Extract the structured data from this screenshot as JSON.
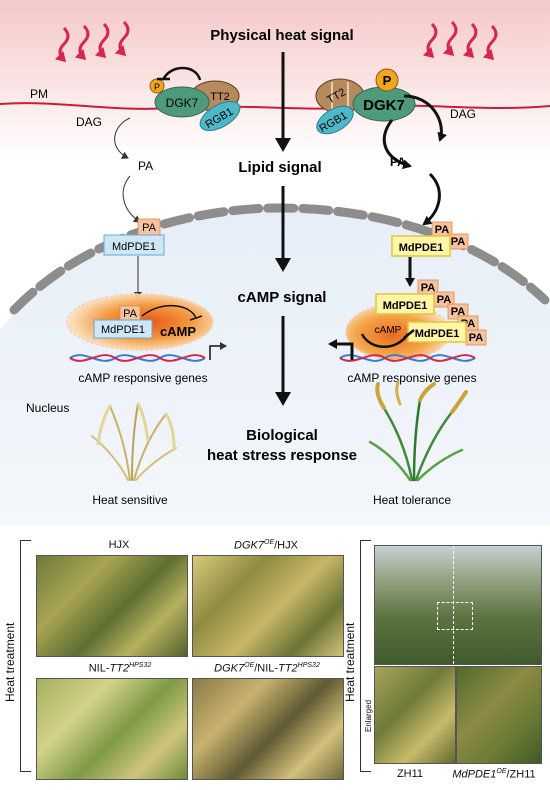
{
  "top": {
    "physical_heat_signal": "Physical heat signal",
    "pm": "PM",
    "lipid_signal": "Lipid signal",
    "camp_signal": "cAMP signal",
    "biological_line1": "Biological",
    "biological_line2": "heat stress response",
    "nucleus": "Nucleus",
    "left": {
      "p_small": "P",
      "dgk7": "DGK7",
      "tt2": "TT2",
      "rgb1": "RGB1",
      "dag": "DAG",
      "pa": "PA",
      "pa_badge": "PA",
      "mdpde1": "MdPDE1",
      "nuc_pa": "PA",
      "nuc_mdpde1": "MdPDE1",
      "camp": "cAMP",
      "genes": "cAMP responsive genes",
      "plant_label": "Heat sensitive"
    },
    "right": {
      "p_big": "P",
      "dgk7": "DGK7",
      "tt2": "TT2",
      "rgb1": "RGB1",
      "dag": "DAG",
      "pa": "PA",
      "mdpde1_a": "MdPDE1",
      "pa_a1": "PA",
      "pa_a2": "PA",
      "mdpde1_b": "MdPDE1",
      "pa_b1": "PA",
      "pa_b2": "PA",
      "pa_b3": "PA",
      "mdpde1_c": "MdPDE1",
      "pa_c1": "PA",
      "pa_c2": "PA",
      "camp": "cAMP",
      "genes": "cAMP responsive genes",
      "plant_label": "Heat tolerance"
    }
  },
  "bottom": {
    "heat_treatment_left": "Heat treatment",
    "heat_treatment_right": "Heat treatment",
    "enlarged": "Enlarged",
    "cap_hjx": "HJX",
    "cap_dgk7oe_hjx_main": "DGK7",
    "cap_dgk7oe_hjx_sup": "OE",
    "cap_dgk7oe_hjx_tail": "/HJX",
    "cap_nil_main": "NIL-",
    "cap_nil_gene": "TT2",
    "cap_nil_sup": "HPS32",
    "cap_dgk7_nil_main": "DGK7",
    "cap_dgk7_nil_sup": "OE",
    "cap_dgk7_nil_mid": "/NIL-",
    "cap_dgk7_nil_gene": "TT2",
    "cap_dgk7_nil_sup2": "HPS32",
    "cap_zh11": "ZH11",
    "cap_mdpde1_main": "MdPDE1",
    "cap_mdpde1_sup": "OE",
    "cap_mdpde1_tail": "/ZH11"
  }
}
